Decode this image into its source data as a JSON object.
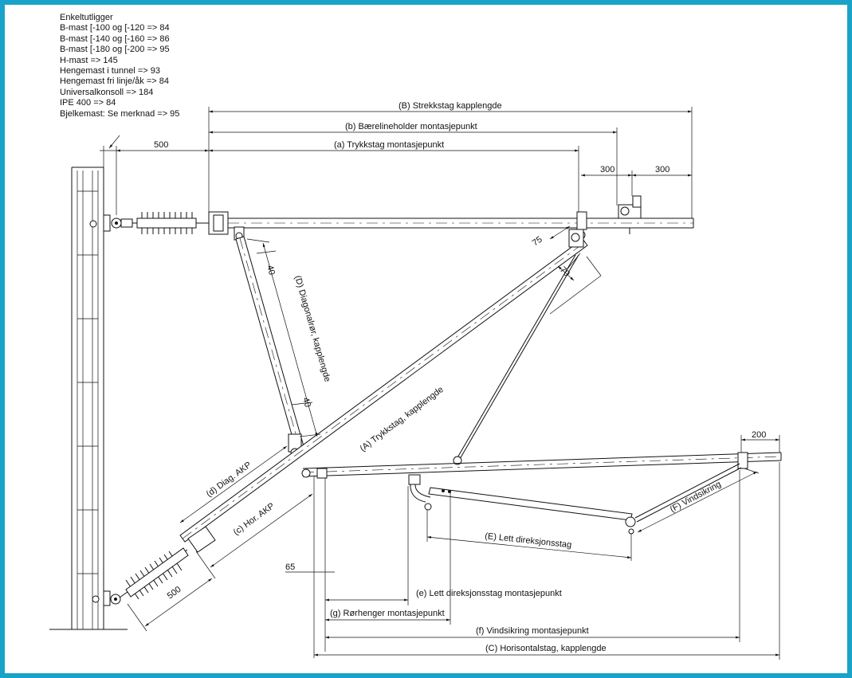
{
  "notes": [
    "Enkeltutligger",
    "B-mast [-100 og [-120 => 84",
    "B-mast [-140 og [-160 => 86",
    "B-mast [-180 og [-200 => 95",
    "H-mast => 145",
    "Hengemast i tunnel => 93",
    "Hengemast fri linje/åk => 84",
    "Universalkonsoll => 184",
    "IPE 400 => 84",
    "Bjelkemast: Se merknad => 95"
  ],
  "dimensions": {
    "d500_top": "500",
    "d300_left": "300",
    "d300_right": "300",
    "d200": "200",
    "d75": "75",
    "d70": "70",
    "d40_top": "40",
    "d40_bottom": "40",
    "d65": "65",
    "d500_bottom": "500"
  },
  "labels": {
    "B": "(B) Strekkstag kapplengde",
    "b": "(b) Bærelineholder montasjepunkt",
    "a": "(a) Trykkstag montasjepunkt",
    "D": "(D) Diagonalrør, kapplengde",
    "A": "(A) Trykkstag, kapplengde",
    "d": "(d) Diag. AKP",
    "c": "(c) Hor. AKP",
    "F": "(F) Vindsikring",
    "E": "(E) Lett direksjonsstag",
    "e": "(e) Lett direksjonsstag montasjepunkt",
    "g": "(g) Rørhenger montasjepunkt",
    "f": "(f) Vindsikring montasjepunkt",
    "C": "(C) Horisontalstag, kapplengde"
  },
  "colors": {
    "frame": "#1aa3c8",
    "ink": "#111111"
  }
}
